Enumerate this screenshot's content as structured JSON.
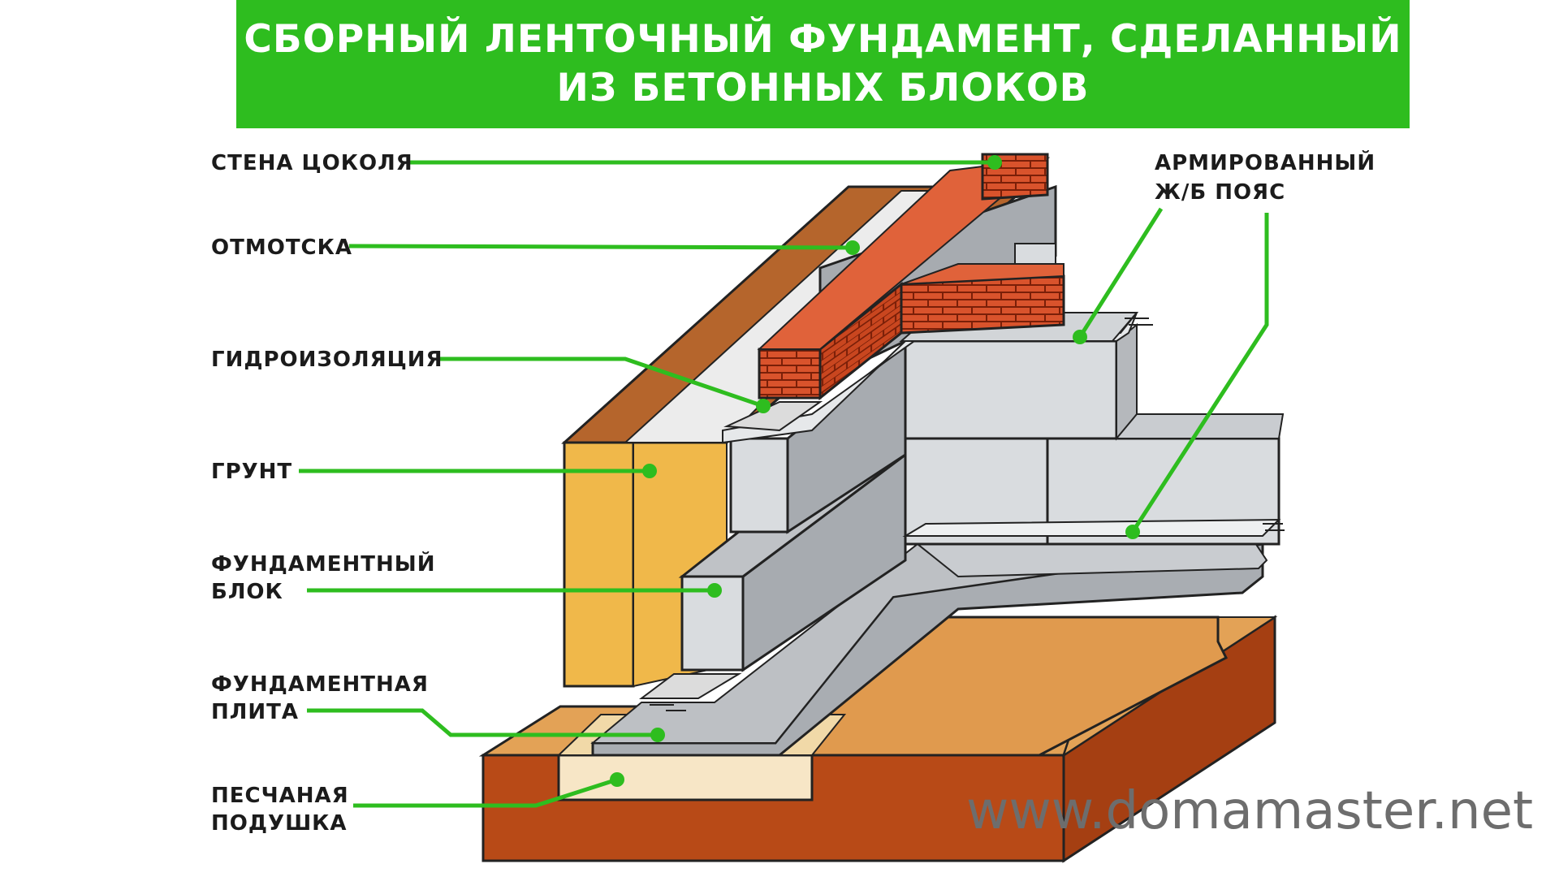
{
  "title": {
    "line1": "СБОРНЫЙ ЛЕНТОЧНЫЙ ФУНДАМЕНТ, СДЕЛАННЫЙ",
    "line2": "ИЗ БЕТОННЫХ БЛОКОВ"
  },
  "labels": {
    "plinth_wall": "СТЕНА ЦОКОЛЯ",
    "blind_area": "ОТМОТСКА",
    "waterproofing": "ГИДРОИЗОЛЯЦИЯ",
    "soil": "ГРУНТ",
    "foundation_block_1": "ФУНДАМЕНТНЫЙ",
    "foundation_block_2": "БЛОК",
    "foundation_slab_1": "ФУНДАМЕНТНАЯ",
    "foundation_slab_2": "ПЛИТА",
    "sand_cushion_1": "ПЕСЧАНАЯ",
    "sand_cushion_2": "ПОДУШКА",
    "reinforced_belt_1": "АРМИРОВАННЫЙ",
    "reinforced_belt_2": "Ж/Б ПОЯС"
  },
  "watermark": "www.domamaster.net",
  "colors": {
    "accent_green": "#2ebd1f",
    "brick": "#d9532c",
    "soil_top": "#b5652c",
    "soil_side": "#f0b84a",
    "concrete": "#c9ccd0",
    "ground_base": "#b84a17"
  }
}
